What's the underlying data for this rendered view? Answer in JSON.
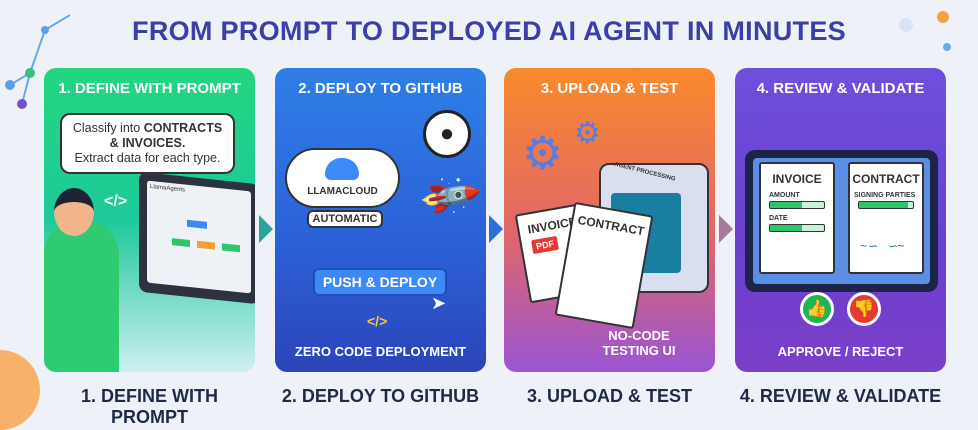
{
  "title": "FROM PROMPT TO DEPLOYED AI AGENT IN MINUTES",
  "steps": [
    {
      "heading": "1. DEFINE WITH PROMPT",
      "bottom_label": "1. DEFINE WITH PROMPT",
      "prompt_line1": "Classify into",
      "prompt_bold1": "CONTRACTS",
      "prompt_bold2": "& INVOICES.",
      "prompt_line3": "Extract data for each type.",
      "code_glyph": "</>",
      "app_name": "LlamaAgents"
    },
    {
      "heading": "2. DEPLOY TO GITHUB",
      "bottom_label": "2. DEPLOY TO GITHUB",
      "cloud_label": "LLAMACLOUD",
      "automatic_label": "AUTOMATIC",
      "button_label": "PUSH & DEPLOY",
      "code_glyph": "</>",
      "caption": "ZERO CODE DEPLOYMENT"
    },
    {
      "heading": "3. UPLOAD & TEST",
      "bottom_label": "3. UPLOAD & TEST",
      "machine_label": "AGENT PROCESSING",
      "doc1": "INVOICE",
      "doc2": "CONTRACT",
      "pdf_badge": "PDF",
      "caption1": "NO-CODE",
      "caption2": "TESTING UI"
    },
    {
      "heading": "4. REVIEW & VALIDATE",
      "bottom_label": "4. REVIEW & VALIDATE",
      "invoice_title": "INVOICE",
      "amount_label": "AMOUNT",
      "date_label": "DATE",
      "contract_title": "CONTRACT",
      "signing_label": "SIGNING PARTIES",
      "caption": "APPROVE / REJECT"
    }
  ]
}
